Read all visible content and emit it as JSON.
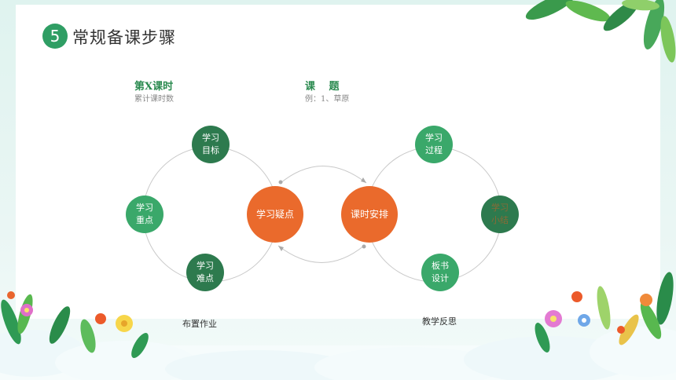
{
  "section_number": "5",
  "title": "常规备课步骤",
  "lesson": {
    "heading": "第X课时",
    "sub": "累计课时数"
  },
  "topic": {
    "heading": "课　 题",
    "sub": "例：1、草原"
  },
  "center_nodes": {
    "left": "学习疑点",
    "right": "课时安排"
  },
  "left_cycle": [
    {
      "label": "学习\n目标"
    },
    {
      "label": "学习\n重点"
    },
    {
      "label": "学习\n难点"
    }
  ],
  "right_cycle": [
    {
      "label": "学习\n过程"
    },
    {
      "label": "学习\n小结"
    },
    {
      "label": "板书\n设计"
    }
  ],
  "captions": {
    "left": "布置作业",
    "right": "教学反思"
  },
  "colors": {
    "accent_orange": "#ea6a2c",
    "dark_green": "#2d7a4e",
    "medium_green": "#3aa86a",
    "title_green": "#2a8a4f"
  }
}
